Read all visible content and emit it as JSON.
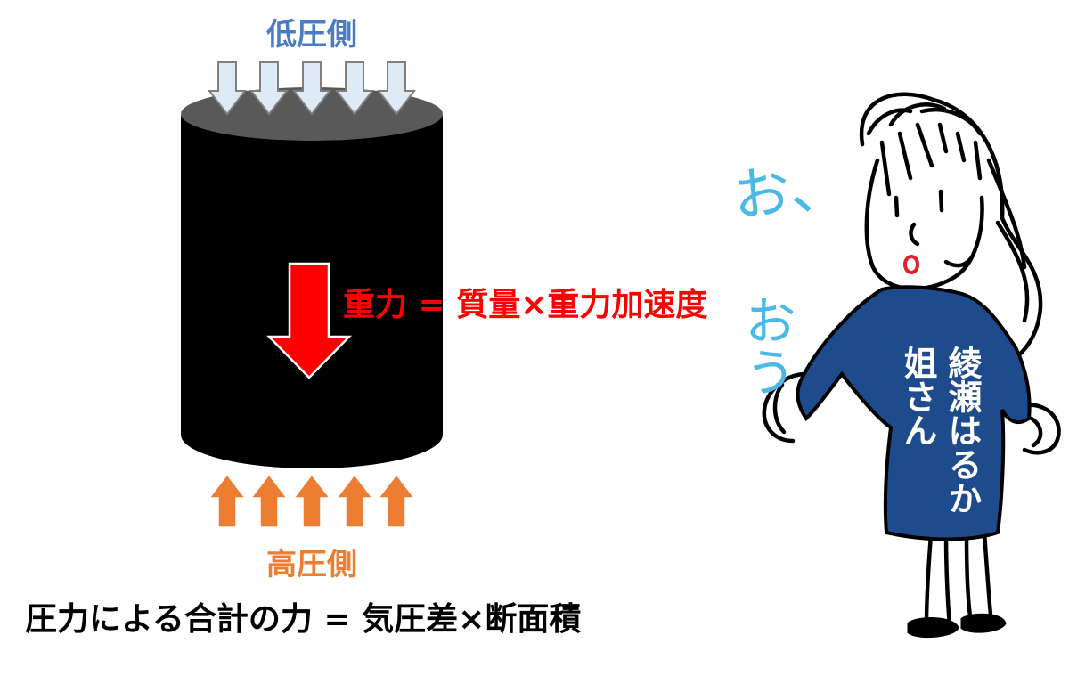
{
  "labels": {
    "low_pressure": "低圧側",
    "high_pressure": "高圧側",
    "gravity_formula": "重力 = 質量×重力加速度",
    "pressure_formula": "圧力による合計の力 = 気圧差×断面積"
  },
  "character": {
    "exclamation": "お、おう",
    "exclamation_line1": "お、",
    "exclamation_line2": "おう",
    "name": "綾瀬はるか姐さん",
    "name_col1": "綾瀬はるか",
    "name_col2": "姐さん"
  },
  "colors": {
    "low_pressure": "#4A7BC4",
    "high_pressure": "#ED7D31",
    "gravity": "#FF0000",
    "cylinder_body": "#000000",
    "cylinder_top": "#595959",
    "down_arrow_fill": "#DEEBF7",
    "up_arrow_fill": "#ED7D31",
    "coat": "#1E4B8C",
    "exclamation": "#4CB8E6"
  },
  "arrows": {
    "top_count": 5,
    "bottom_count": 5
  }
}
